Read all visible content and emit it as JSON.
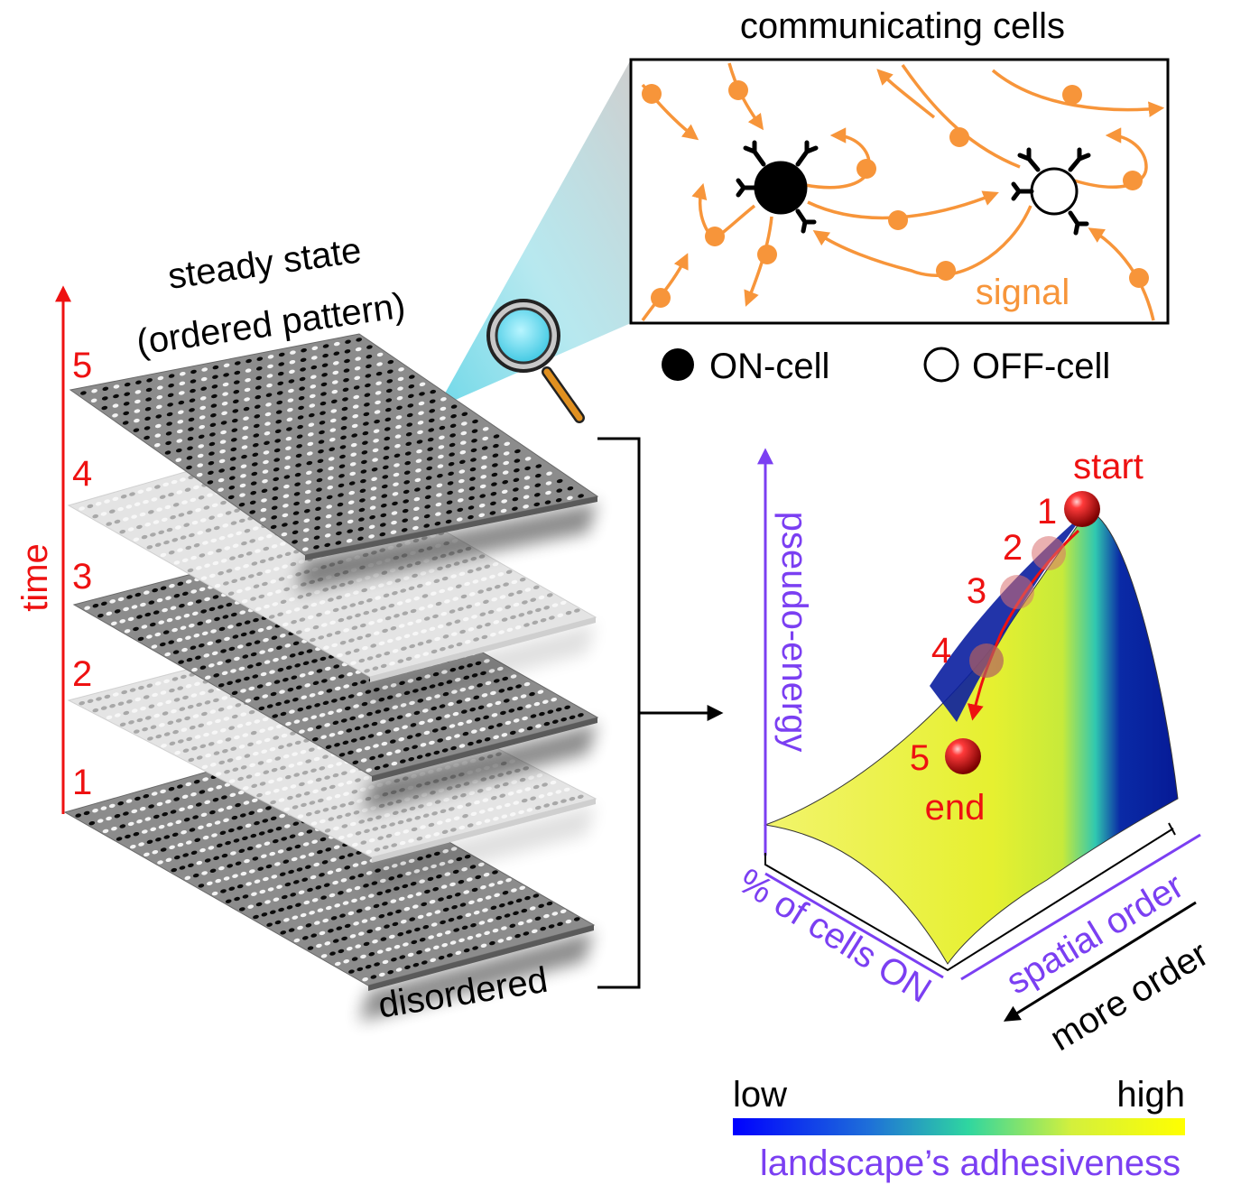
{
  "inset": {
    "title": "communicating cells",
    "signal_label": "signal",
    "legend": {
      "on_label": "ON-cell",
      "off_label": "OFF-cell"
    }
  },
  "stack": {
    "time_label": "time",
    "top_caption_line1": "steady state",
    "top_caption_line2": "(ordered pattern)",
    "bottom_caption": "disordered",
    "step_numbers": [
      "1",
      "2",
      "3",
      "4",
      "5"
    ]
  },
  "landscape": {
    "y_axis_label": "pseudo-energy",
    "x_axis_label": "% of cells ON",
    "z_axis_label": "spatial order",
    "order_arrow_label": "more order",
    "start_label": "start",
    "end_label": "end",
    "step_numbers": [
      "1",
      "2",
      "3",
      "4",
      "5"
    ]
  },
  "colorbar": {
    "low_label": "low",
    "high_label": "high",
    "title": "landscape’s adhesiveness",
    "gradient": [
      "#0000ff",
      "#1e6fd9",
      "#2fd6a0",
      "#d4f03c",
      "#ffff00"
    ]
  },
  "colors": {
    "time_red": "#ee1111",
    "axis_purple": "#7b3ff2",
    "signal_orange": "#f7953a",
    "surface_blue": "#0a1ea0",
    "surface_yellow": "#e8f030",
    "magnifier_glow": "#7fdde8"
  }
}
